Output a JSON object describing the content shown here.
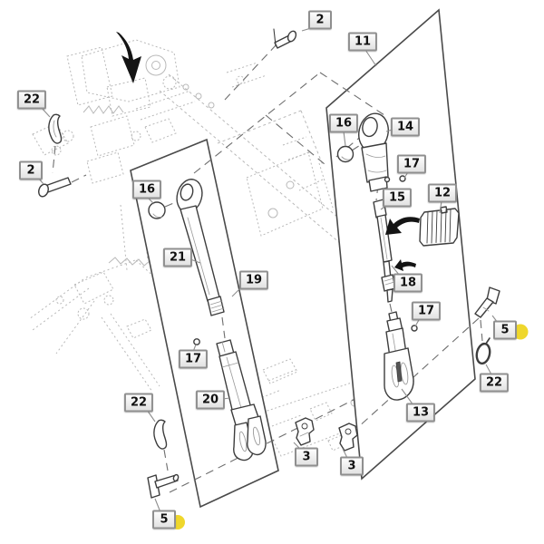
{
  "figure": {
    "type": "exploded-parts-diagram",
    "description": "Tractor three-point hitch lift link and center link exploded view with numbered callouts",
    "background": "#ffffff"
  },
  "colors": {
    "highlight": "#efd72c",
    "panel_line": "#4a4a4a",
    "part_line": "#3d3d3d",
    "ghost_line": "#b9b9b9",
    "dashed_line": "#6e6e6e",
    "leader_line": "#8e8e8e",
    "callout_border": "#8f8f8f",
    "callout_text": "#111111",
    "arrow": "#141414"
  },
  "callouts": {
    "c2_top": {
      "label": "2"
    },
    "c11": {
      "label": "11"
    },
    "c22_upper_left": {
      "label": "22"
    },
    "c2_left": {
      "label": "2"
    },
    "c16_left": {
      "label": "16"
    },
    "c21": {
      "label": "21"
    },
    "c19": {
      "label": "19"
    },
    "c17_left": {
      "label": "17"
    },
    "c20": {
      "label": "20"
    },
    "c22_bottom_left": {
      "label": "22"
    },
    "c5_bottom_left": {
      "label": "5"
    },
    "c16_right": {
      "label": "16"
    },
    "c14": {
      "label": "14"
    },
    "c17_right_upper": {
      "label": "17"
    },
    "c15": {
      "label": "15"
    },
    "c12": {
      "label": "12"
    },
    "c18": {
      "label": "18"
    },
    "c17_right_mid": {
      "label": "17"
    },
    "c5_right": {
      "label": "5"
    },
    "c22_right": {
      "label": "22"
    },
    "c13": {
      "label": "13"
    },
    "c3_left": {
      "label": "3"
    },
    "c3_right": {
      "label": "3"
    }
  },
  "highlights": {
    "left_dot": {
      "color": "#efd72c"
    },
    "right_dot": {
      "color": "#efd72c"
    }
  }
}
